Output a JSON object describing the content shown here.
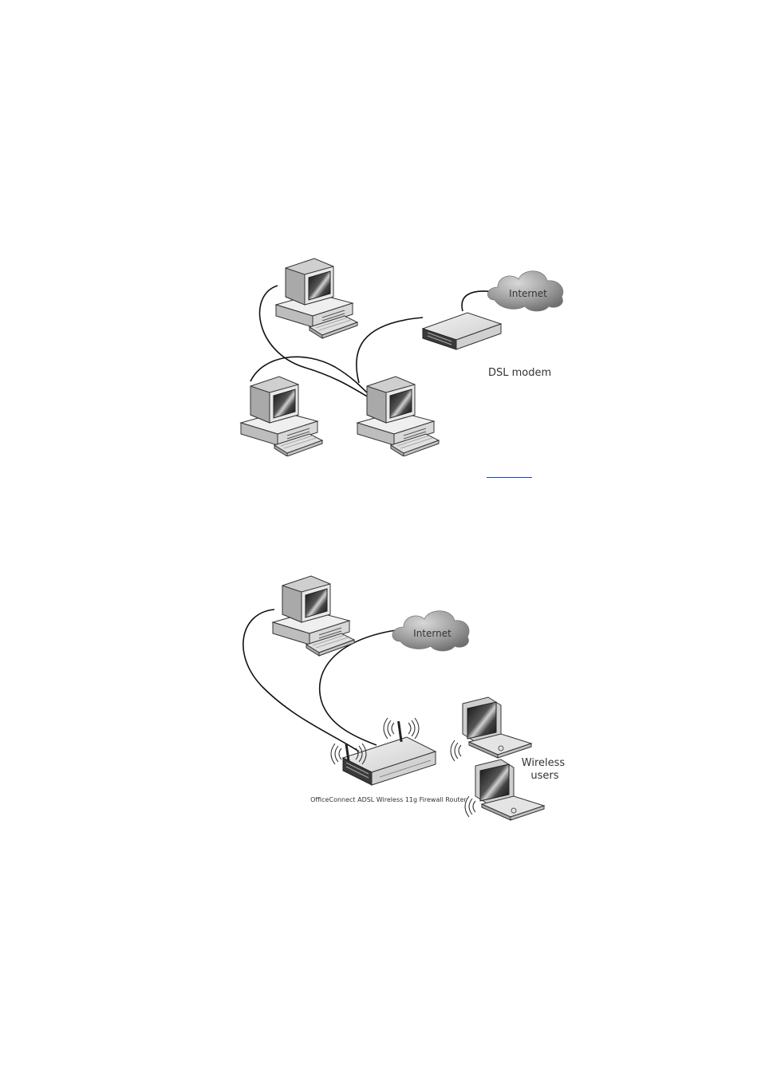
{
  "figure1": {
    "labels": {
      "internet": "Internet",
      "dsl_modem": "DSL modem"
    }
  },
  "figure2": {
    "labels": {
      "internet": "Internet",
      "wireless_users_line1": "Wireless",
      "wireless_users_line2": "users",
      "router": "OfficeConnect ADSL Wireless 11g Firewall Router"
    }
  },
  "colors": {
    "line": "#111111",
    "cloud": "#9a9a9a",
    "device_light": "#e6e6e6",
    "device_mid": "#bdbdbd",
    "device_dark": "#2a2a2a",
    "link": "#1a3fbf"
  }
}
